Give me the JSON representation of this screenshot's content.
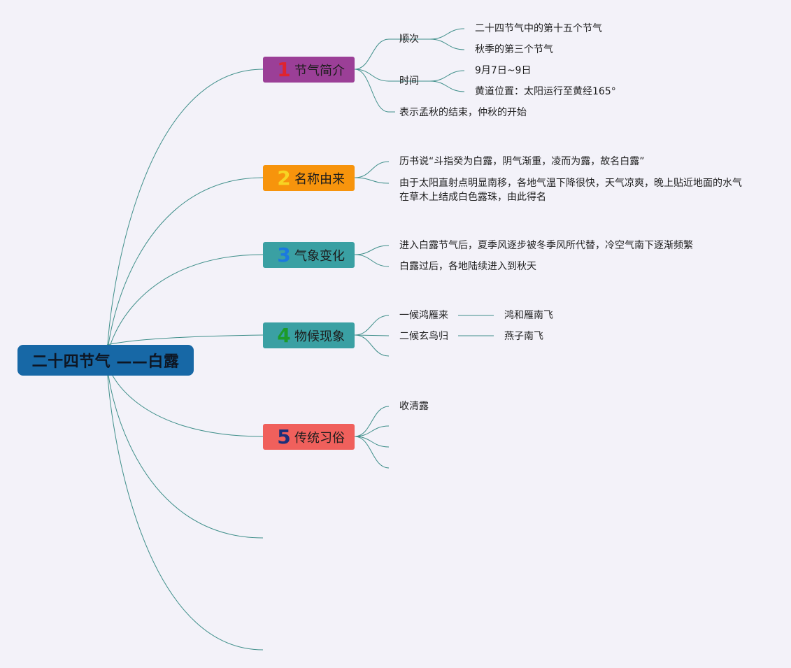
{
  "root": {
    "title": "二十四节气 ——白露",
    "color": "#1768a6"
  },
  "branches": [
    {
      "num": "1",
      "label": "节气简介",
      "bg": "#9b3f97",
      "num_color": "#e0242e"
    },
    {
      "num": "2",
      "label": "名称由来",
      "bg": "#f7940c",
      "num_color": "#f7d423"
    },
    {
      "num": "3",
      "label": "气象变化",
      "bg": "#3aa0a3",
      "num_color": "#1b79e0"
    },
    {
      "num": "4",
      "label": "物候现象",
      "bg": "#3aa0a3",
      "num_color": "#1c9b2a"
    },
    {
      "num": "5",
      "label": "传统习俗",
      "bg": "#f0605c",
      "num_color": "#1b2f7a"
    }
  ],
  "b1": {
    "order": "顺次",
    "order_items": [
      "二十四节气中的第十五个节气",
      "秋季的第三个节气"
    ],
    "time": "时间",
    "time_items": [
      "9月7日~9日",
      "黄道位置：太阳运行至黄经165°"
    ],
    "meaning": "表示孟秋的结束，仲秋的开始"
  },
  "b2": {
    "items": [
      "历书说“斗指癸为白露，阴气渐重，凌而为露，故名白露”",
      "由于太阳直射点明显南移，各地气温下降很快，天气凉爽，晚上贴近地面的水气在草木上结成白色露珠，由此得名"
    ]
  },
  "b3": {
    "items": [
      "进入白露节气后，夏季风逐步被冬季风所代替，冷空气南下逐渐频繁",
      "白露过后，各地陆续进入到秋天"
    ]
  },
  "b4": {
    "items": [
      {
        "name": "一候鸿雁来",
        "desc": "鸿和雁南飞"
      },
      {
        "name": "二候玄鸟归",
        "desc": "燕子南飞"
      }
    ]
  },
  "b5": {
    "items": [
      "收清露"
    ]
  },
  "line_color": "#3f8f8a"
}
